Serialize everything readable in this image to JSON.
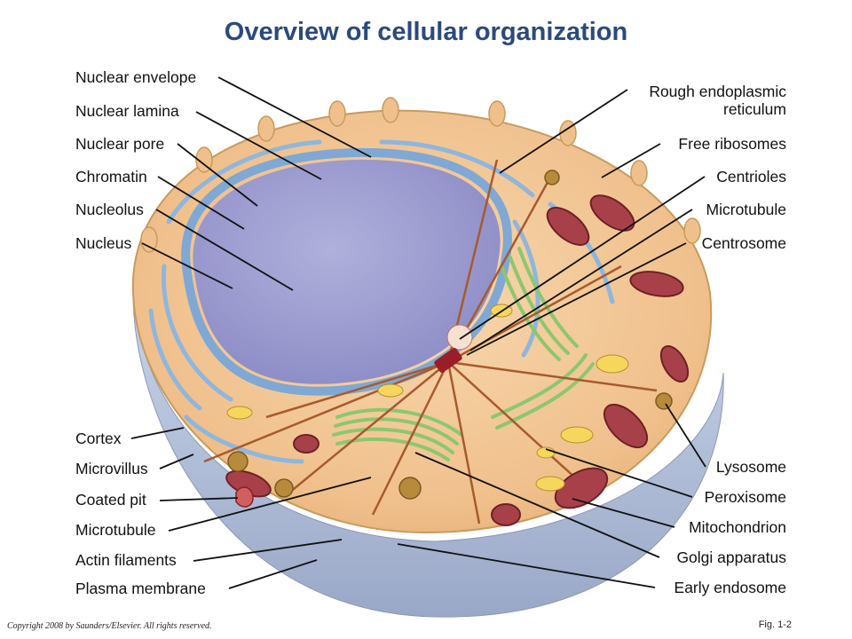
{
  "title": "Overview of cellular organization",
  "labels_left": [
    "Nuclear envelope",
    "Nuclear lamina",
    "Nuclear pore",
    "Chromatin",
    "Nucleolus",
    "Nucleus",
    "Cortex",
    "Microvillus",
    "Coated pit",
    "Microtubule",
    "Actin filaments",
    "Plasma membrane"
  ],
  "labels_right": [
    "Rough endoplasmic\nreticulum",
    "Free ribosomes",
    "Centrioles",
    "Microtubule",
    "Centrosome",
    "Lysosome",
    "Peroxisome",
    "Mitochondrion",
    "Golgi apparatus",
    "Early endosome"
  ],
  "copyright": "Copyright 2008 by Saunders/Elsevier. All rights reserved.",
  "figure_label": "Fig. 1-2",
  "colors": {
    "title": "#2b4a7c",
    "cytoplasm": "#f2c99a",
    "nucleus": "#9a9ad0",
    "membrane": "#8fb6dc",
    "golgi": "#8cc76e",
    "mitochondrion": "#a8404a",
    "lysosome": "#b88a3c"
  }
}
